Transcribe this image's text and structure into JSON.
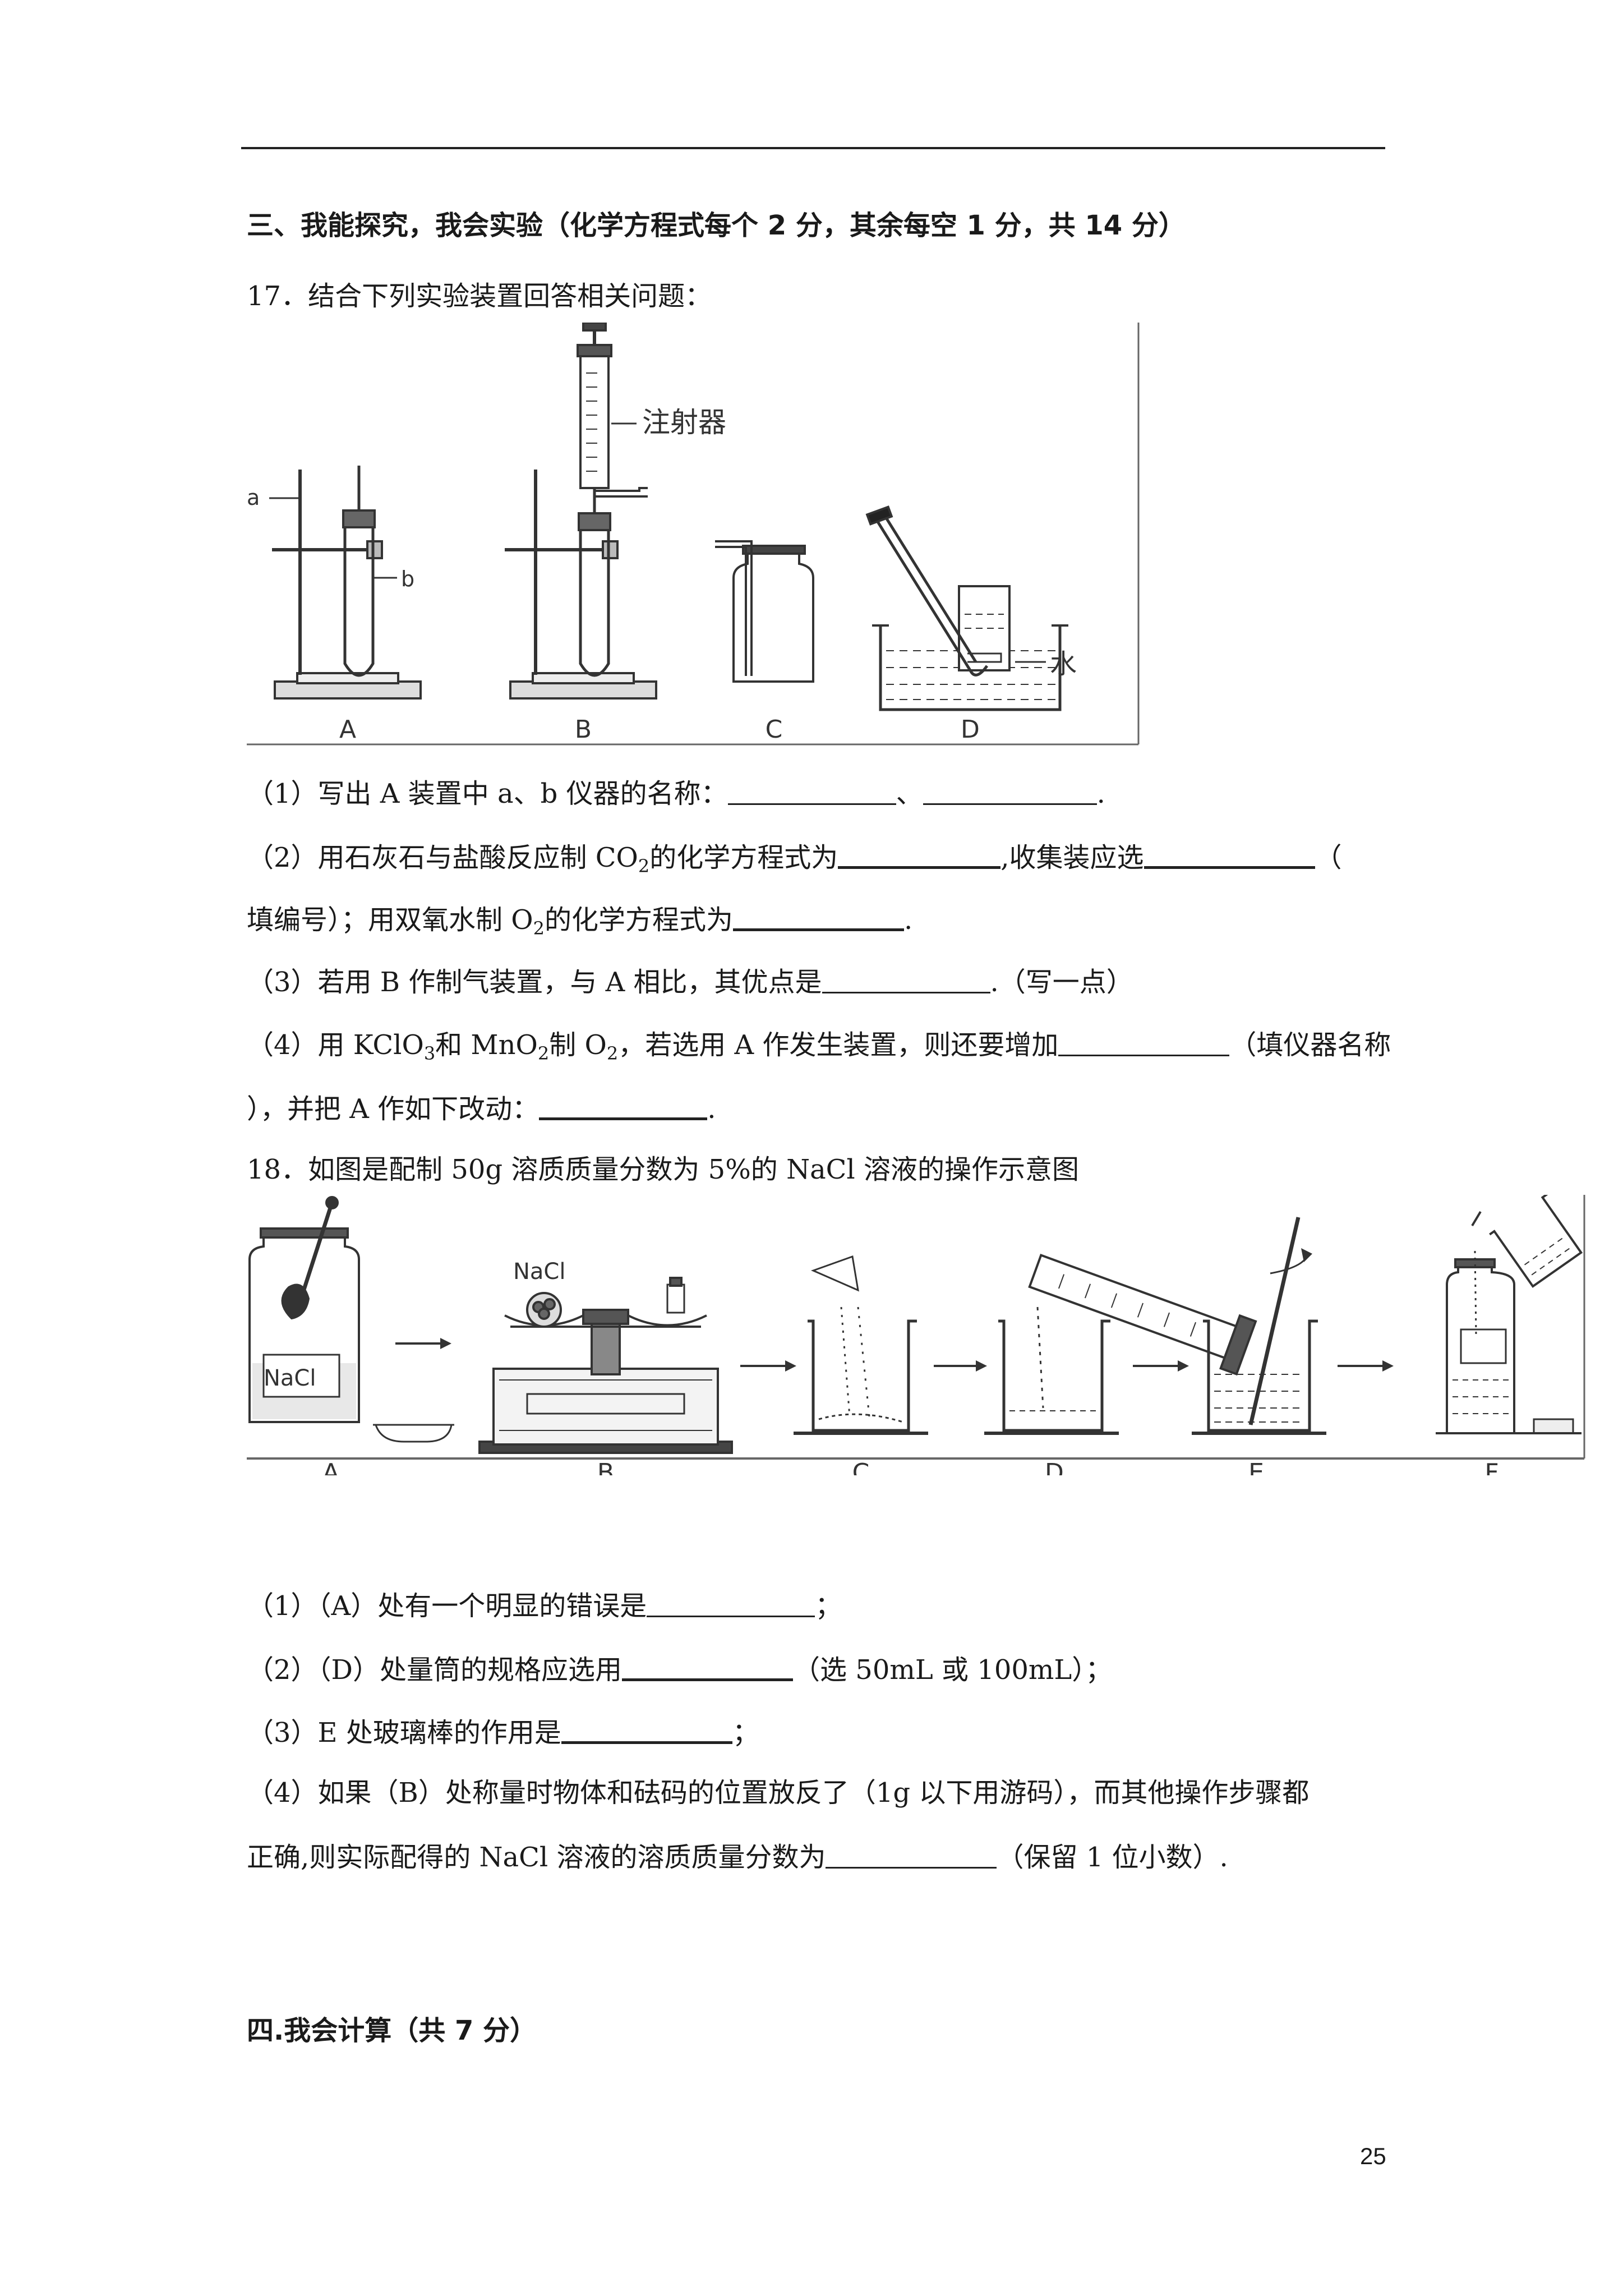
{
  "section3": {
    "title": "三、我能探究，我会实验（化学方程式每个 2 分，其余每空 1 分，共 14 分）"
  },
  "q17": {
    "stem": "17．结合下列实验装置回答相关问题：",
    "figure": {
      "label_a": "a",
      "label_b": "b",
      "label_syringe": "注射器",
      "label_water": "水",
      "label_A": "A",
      "label_B": "B",
      "label_C": "C",
      "label_D": "D"
    },
    "p1_text": "（1）写出 A 装置中 a、b 仪器的名称：",
    "p1_sep": "、",
    "p1_end": ".",
    "p2_a": "（2）用石灰石与盐酸反应制 CO",
    "p2_sub1": "2",
    "p2_b": "的化学方程式为",
    "p2_c": ",收集装应选",
    "p2_d": "（",
    "p2_line2_a": "填编号）；用双氧水制 O",
    "p2_sub2": "2",
    "p2_line2_b": "的化学方程式为",
    "p2_end": ".",
    "p3_a": "（3）若用 B 作制气装置，与 A 相比，其优点是",
    "p3_b": ".（写一点）",
    "p4_a": "（4）用 KClO",
    "p4_sub1": "3",
    "p4_b": "和 MnO",
    "p4_sub2": "2",
    "p4_c": "制 O",
    "p4_sub3": "2",
    "p4_d": "，若选用 A 作发生装置，则还要增加",
    "p4_e": "（填仪器名称",
    "p4_line2_a": "），并把 A 作如下改动：",
    "p4_end": "."
  },
  "q18": {
    "stem": "18．如图是配制 50g 溶质质量分数为 5%的 NaCl 溶液的操作示意图",
    "figure": {
      "label_nacl_jar": "NaCl",
      "label_nacl_balance": "NaCl",
      "label_A": "A",
      "label_B": "B",
      "label_C": "C",
      "label_D": "D",
      "label_E": "E",
      "label_F": "F"
    },
    "p1_a": "（1）（A）处有一个明显的错误是",
    "p1_end": "；",
    "p2_a": "（2）（D）处量筒的规格应选用",
    "p2_b": "（选 50mL 或 100mL）；",
    "p3_a": "（3）E 处玻璃棒的作用是",
    "p3_end": "；",
    "p4_line1": "（4）如果（B）处称量时物体和砝码的位置放反了（1g 以下用游码），而其他操作步骤都",
    "p4_line2_a": "正确,则实际配得的 NaCl 溶液的溶质质量分数为",
    "p4_line2_b": "（保留 1 位小数）."
  },
  "section4": {
    "title": "四.我会计算（共 7 分）"
  },
  "page_number": "25"
}
